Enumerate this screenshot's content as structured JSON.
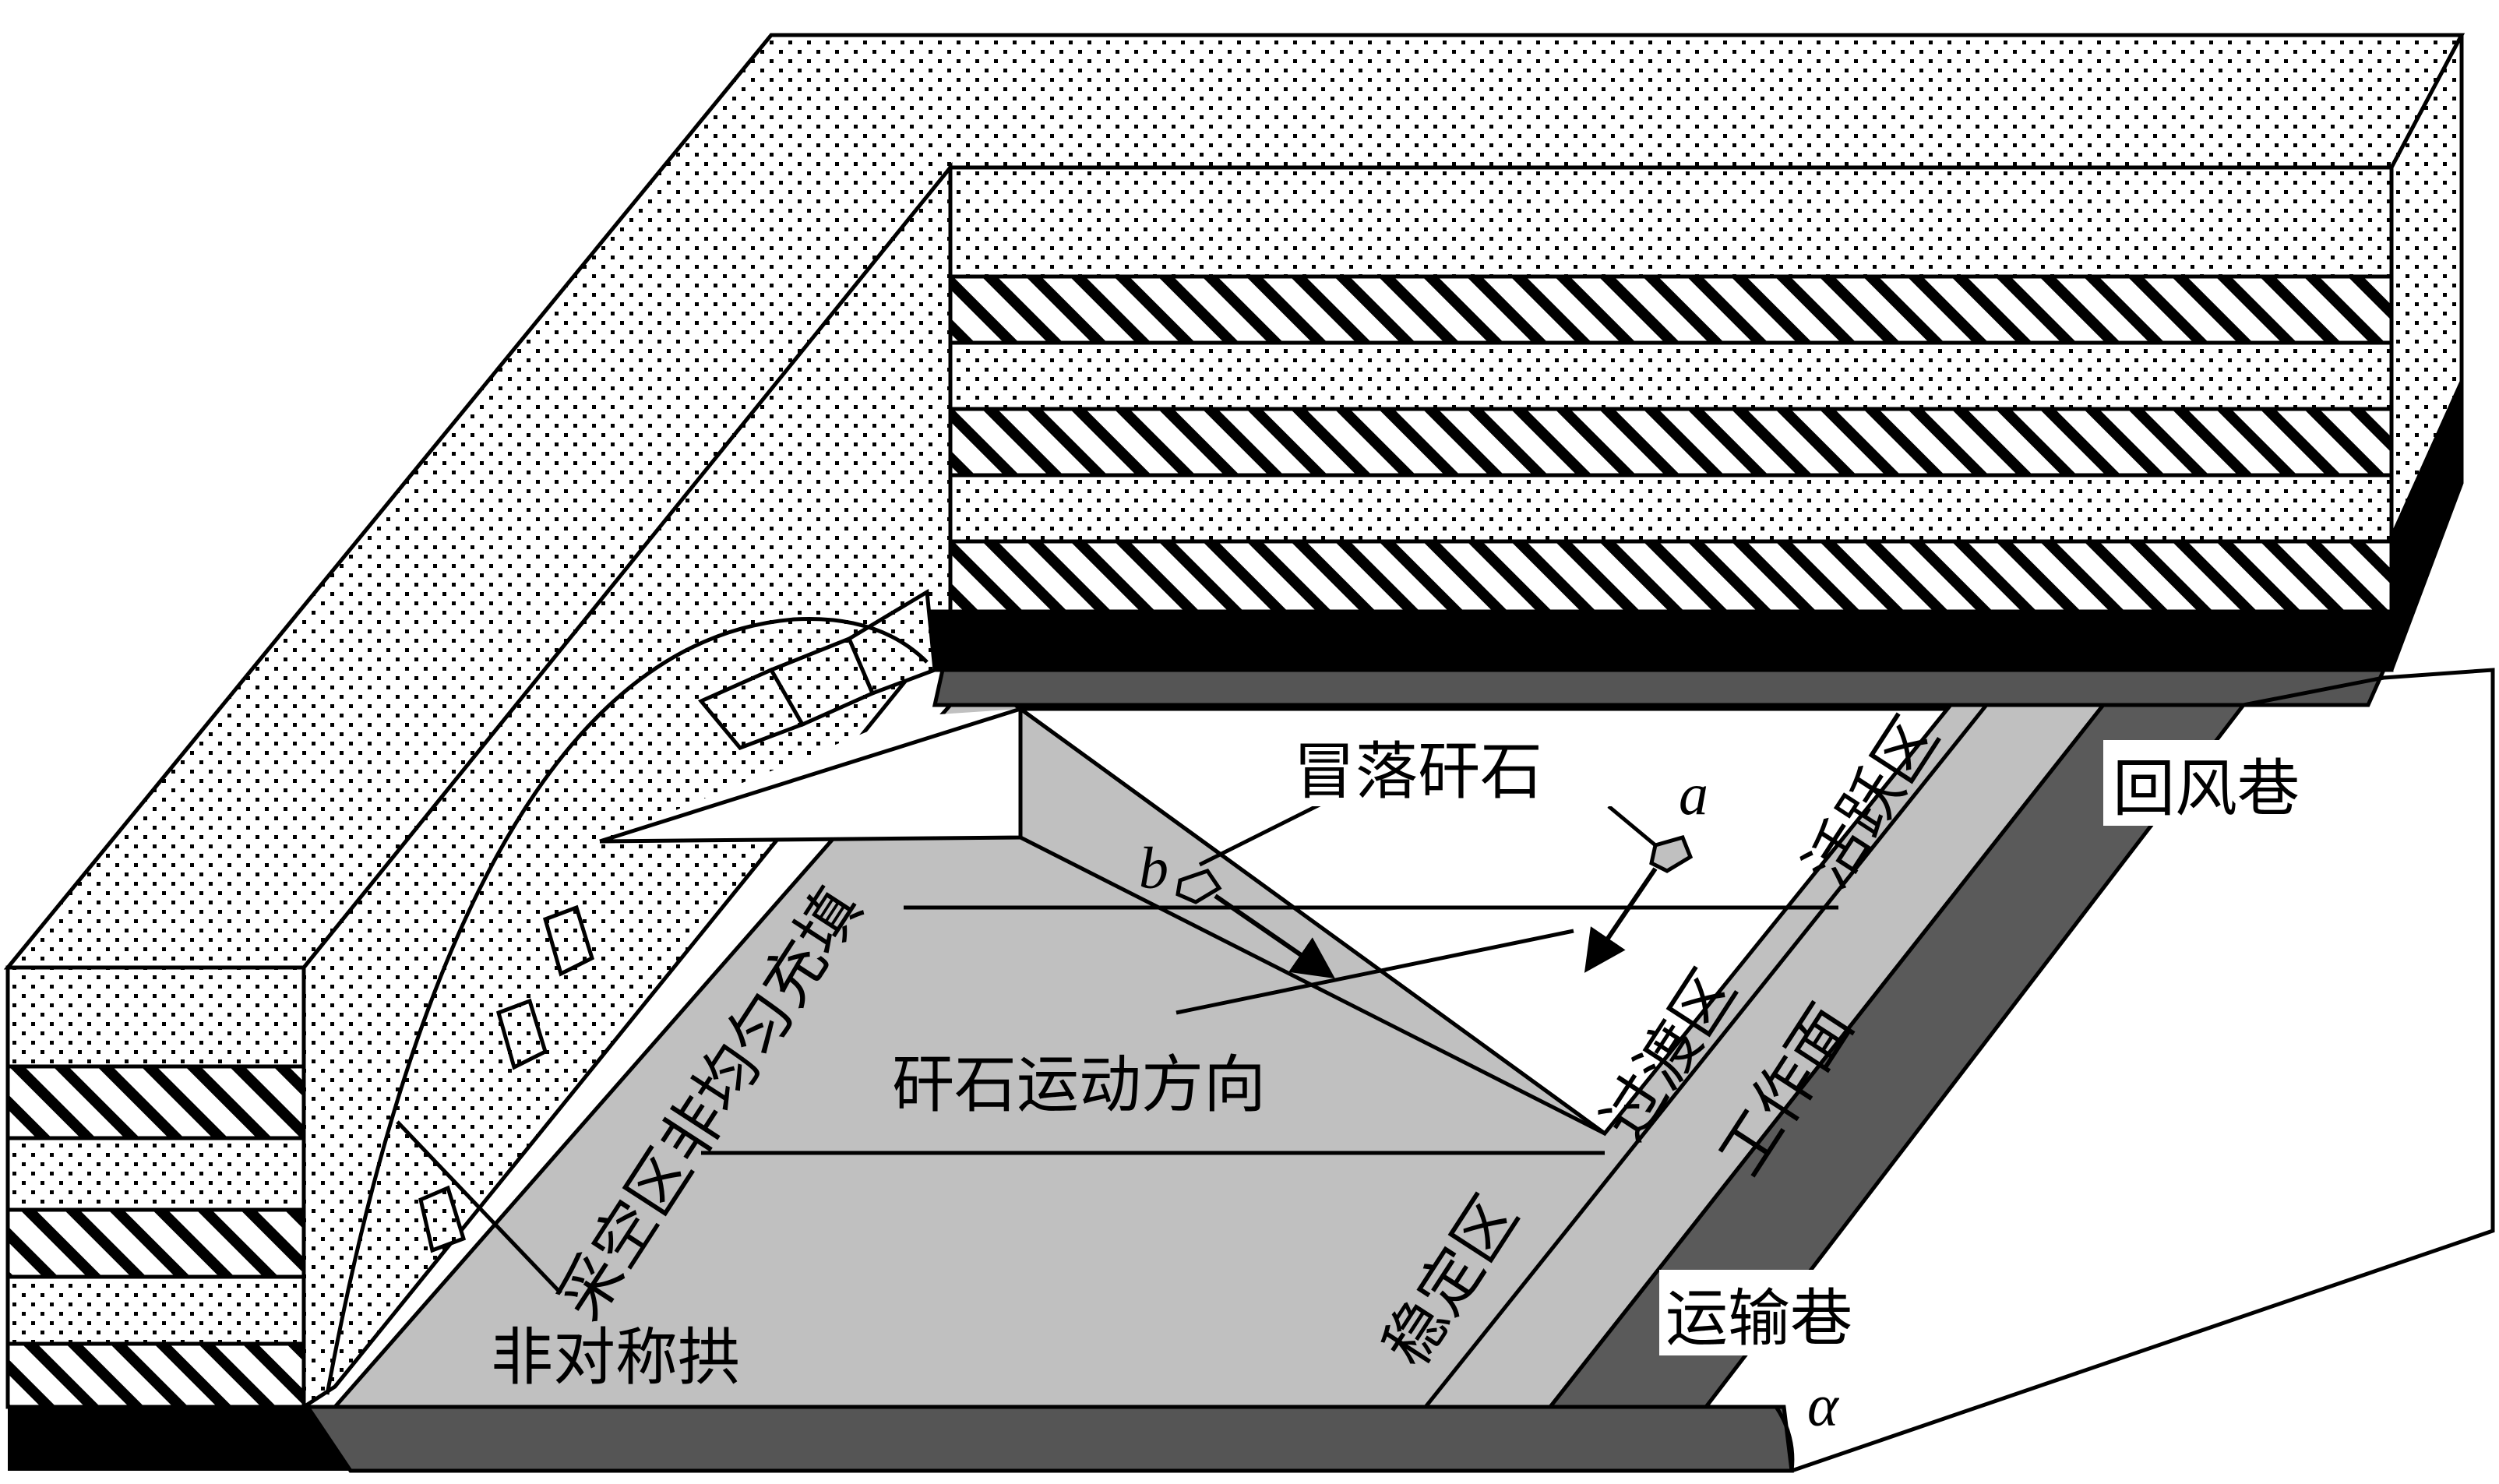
{
  "labels": {
    "caved_gangue": "冒落矸石",
    "point_a": "a",
    "point_b": "b",
    "gangue_direction": "矸石运动方向",
    "goaf_fill": "采空区非均匀充填",
    "transition_zone": "过渡区",
    "active_zone": "活跃区",
    "working_face": "工作面",
    "stable_zone": "稳定区",
    "return_airway": "回风巷",
    "haulage_roadway": "运输巷",
    "asymmetric_arch": "非对称拱",
    "dip_angle": "α"
  },
  "colors": {
    "goaf_gray": "#c0c0c0",
    "roadway_dark": "#5a5a5a",
    "coal_seam": "#000000",
    "roof_gray": "#555555",
    "background": "#ffffff"
  }
}
